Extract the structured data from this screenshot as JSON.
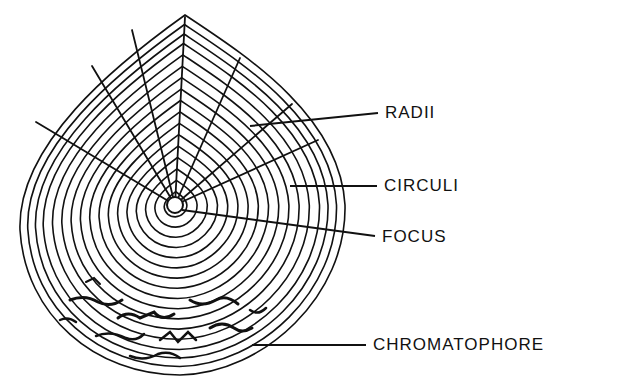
{
  "diagram": {
    "labels": [
      "RADII",
      "CIRCULI",
      "FOCUS",
      "CHROMATOPHORE"
    ]
  }
}
